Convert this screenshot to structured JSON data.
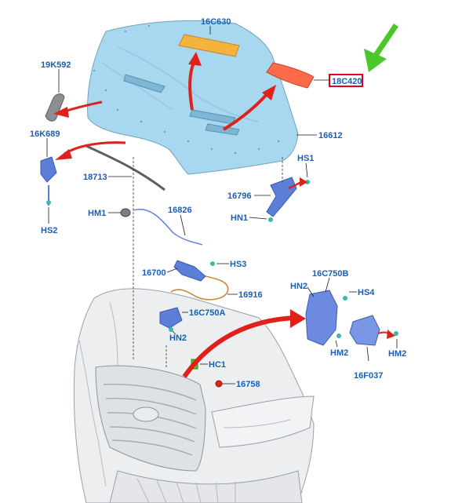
{
  "diagram": {
    "labels": {
      "hood_reinforcement": "16C630",
      "hood_pad": "18C420",
      "hood_prop_clip": "19K592",
      "bumper_seal_clip": "16K689",
      "screw_hs2_top": "HS2",
      "hood_panel": "16612",
      "weatherstrip": "18713",
      "hinge_screw": "HS1",
      "hinge": "16796",
      "hinge_nut": "HN1",
      "hood_cable_grommet": "HM1",
      "hood_release_cable": "16826",
      "latch_screw": "HS3",
      "hood_latch": "16700",
      "latch_cable": "16916",
      "latch_support": "16C750A",
      "nut_hn2_left": "HN2",
      "clip_hc1": "HC1",
      "bumper_stop": "16758",
      "support_bracket": "16C750B",
      "nut_hn2_right_top": "HN2",
      "screw_hs4": "HS4",
      "nut_hm2_mid": "HM2",
      "nut_hm2_right": "HM2",
      "bracket_16f037": "16F037"
    },
    "highlight_color": "#e0001b",
    "label_color": "#1a5fb4",
    "arrow_color": "#e0211b",
    "pointer_arrow_color": "#4cc72a",
    "hood_color": "#a8d8f0",
    "part_blue": "#5b7fd6"
  }
}
